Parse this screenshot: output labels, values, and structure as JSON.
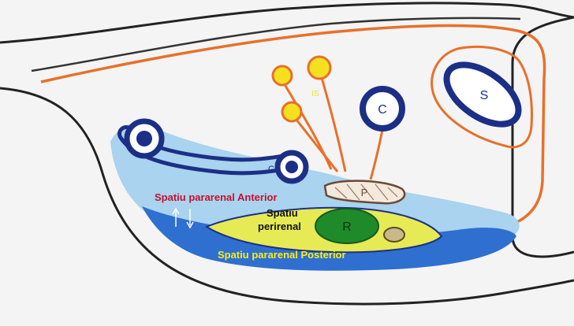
{
  "labels": {
    "anterior": "Spatiu pararenal Anterior",
    "perirenal_line1": "Spatiu",
    "perirenal_line2": "perirenal",
    "posterior": "Spatiu pararenal Posterior"
  },
  "organ_letters": {
    "colon": "C",
    "colon_transverse": "C",
    "spleen": "S",
    "pancreas": "P",
    "kidney": "R",
    "small_intestine": "IS"
  },
  "colors": {
    "background": "#f4f4f4",
    "outline": "#222222",
    "peritoneum": "#e8702a",
    "anterior_space": "#a9d3ee",
    "posterior_space": "#2f6fd0",
    "perirenal_space": "#e6ea55",
    "kidney": "#1f8a2a",
    "organ_outline": "#1c2f86",
    "mesentery_nodes": "#f5e01f",
    "pancreas": "#f3e9dc",
    "anterior_label": "#c8102e",
    "perirenal_label": "#111111",
    "posterior_label": "#f6ef1a"
  }
}
